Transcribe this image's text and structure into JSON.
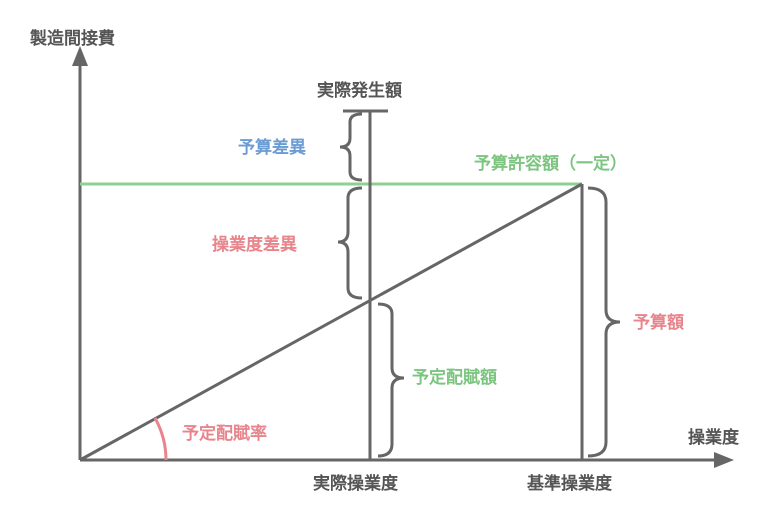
{
  "axes": {
    "y_label": "製造間接費",
    "x_label": "操業度"
  },
  "labels": {
    "actual_cost": "実際発生額",
    "budget_variance": "予算差異",
    "allowed_budget": "予算許容額（一定）",
    "volume_variance": "操業度差異",
    "budget_amount": "予算額",
    "applied_amount": "予定配賦額",
    "applied_rate": "予定配賦率",
    "actual_volume": "実際操業度",
    "standard_volume": "基準操業度"
  },
  "colors": {
    "axis": "#666666",
    "line": "#666666",
    "budget_line": "#8fcf92",
    "blue_text": "#6a9bd3",
    "red_text": "#e8848c",
    "green_text": "#7cc480"
  }
}
